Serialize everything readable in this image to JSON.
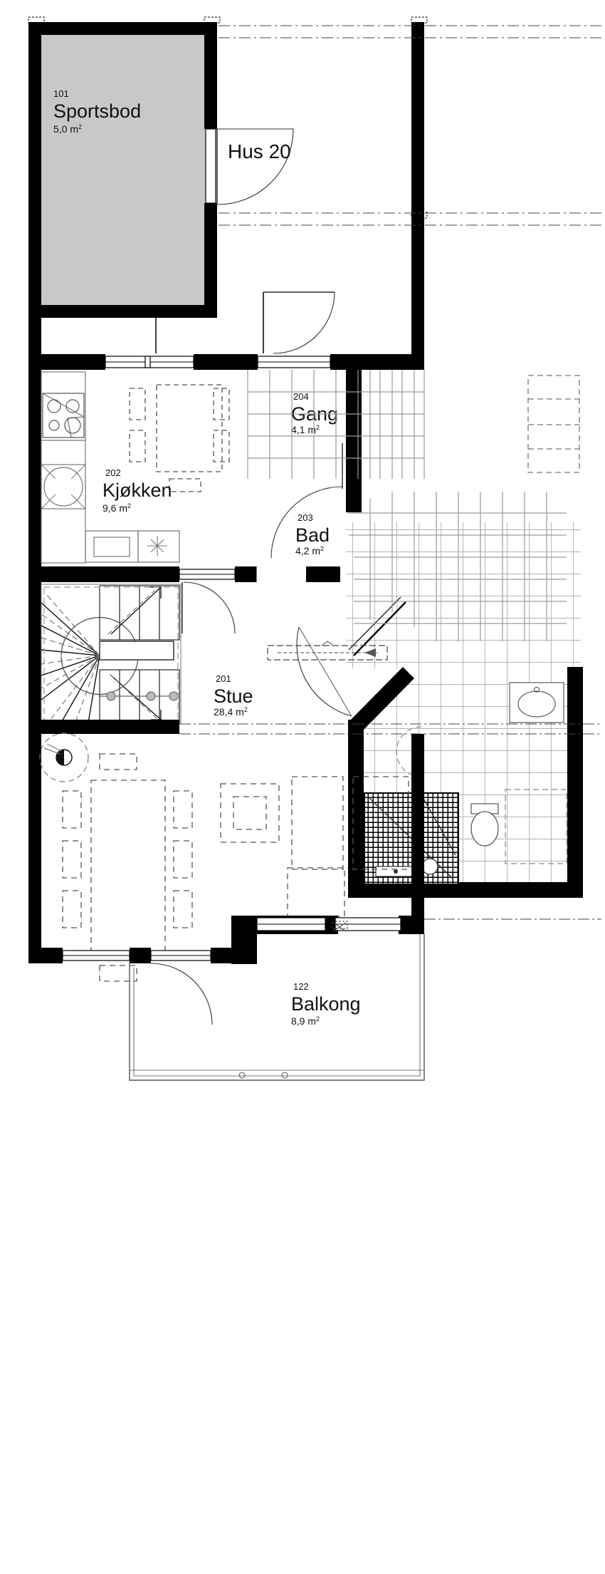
{
  "plan": {
    "house_label": "Hus 20",
    "fill_shaded": "#c8c8c8",
    "wall_color": "#000000",
    "line_color": "#1a1a1a",
    "tile_color": "#8c8c8c",
    "furniture_color": "#555555",
    "background": "#ffffff"
  },
  "rooms": [
    {
      "id": "101",
      "name": "Sportsbod",
      "area": "5,0 m",
      "area_unit": "2",
      "number_label": "101"
    },
    {
      "id": "202",
      "name": "Kjøkken",
      "area": "9,6 m",
      "area_unit": "2",
      "number_label": "202"
    },
    {
      "id": "204",
      "name": "Gang",
      "area": "4,1 m",
      "area_unit": "2",
      "number_label": "204"
    },
    {
      "id": "203",
      "name": "Bad",
      "area": "4,2 m",
      "area_unit": "2",
      "number_label": "203"
    },
    {
      "id": "201",
      "name": "Stue",
      "area": "28,4 m",
      "area_unit": "2",
      "number_label": "201"
    },
    {
      "id": "122",
      "name": "Balkong",
      "area": "8,9 m",
      "area_unit": "2",
      "number_label": "122"
    }
  ]
}
